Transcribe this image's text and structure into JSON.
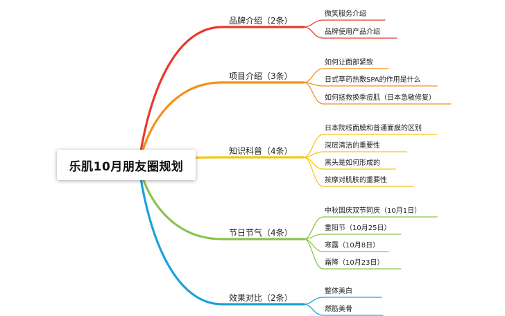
{
  "root": {
    "label": "乐肌10月朋友圈规划"
  },
  "branches": [
    {
      "label": "品牌介绍（2条）",
      "color": "#e8392b",
      "children": [
        "微笑服务介绍",
        "品牌使用产品介绍"
      ]
    },
    {
      "label": "项目介绍（3条）",
      "color": "#f39019",
      "children": [
        "如何让面部紧致",
        "日式草药热敷SPA的作用是什么",
        "如何拯救换季痘肌（日本急敏修复）"
      ]
    },
    {
      "label": "知识科普（4条）",
      "color": "#f5c518",
      "children": [
        "日本院线面膜和普通面膜的区别",
        "深层清洁的重要性",
        "黑头是如何形成的",
        "按摩对肌肤的重要性"
      ]
    },
    {
      "label": "节日节气（4条）",
      "color": "#8bc34a",
      "children": [
        "中秋国庆双节同庆（10月1日）",
        "重阳节（10月25日）",
        "寒露（10月8日）",
        "霜降（10月23日）"
      ]
    },
    {
      "label": "效果对比（2条）",
      "color": "#1aa3d8",
      "children": [
        "整体美白",
        "燃筋美骨"
      ]
    }
  ]
}
